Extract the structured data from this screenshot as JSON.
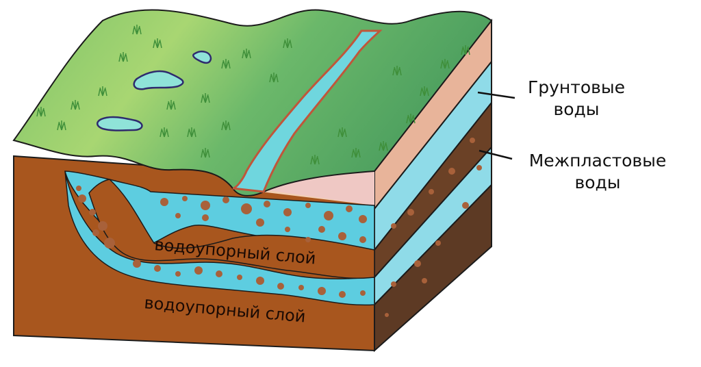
{
  "labels": {
    "groundwater_line1": "Грунтовые",
    "groundwater_line2": "воды",
    "interstratal_line1": "Межпластовые",
    "interstratal_line2": "воды",
    "aquitard_upper": "водоупорный слой",
    "aquitard_lower": "водоупорный слой"
  },
  "colors": {
    "grass_light": "#9ccf6a",
    "grass_dark": "#4f9e5a",
    "water": "#6fd6de",
    "water_line": "#2e2a6e",
    "sand": "#f0c9ae",
    "aquitard_front": "#a8561e",
    "aquitard_side": "#6b4126",
    "aquifer_front": "#5dcde0",
    "aquifer_side": "#8fdbe8",
    "pebble": "#a8613a",
    "river_bank": "#c0563a",
    "outline": "#1b1b1b"
  }
}
